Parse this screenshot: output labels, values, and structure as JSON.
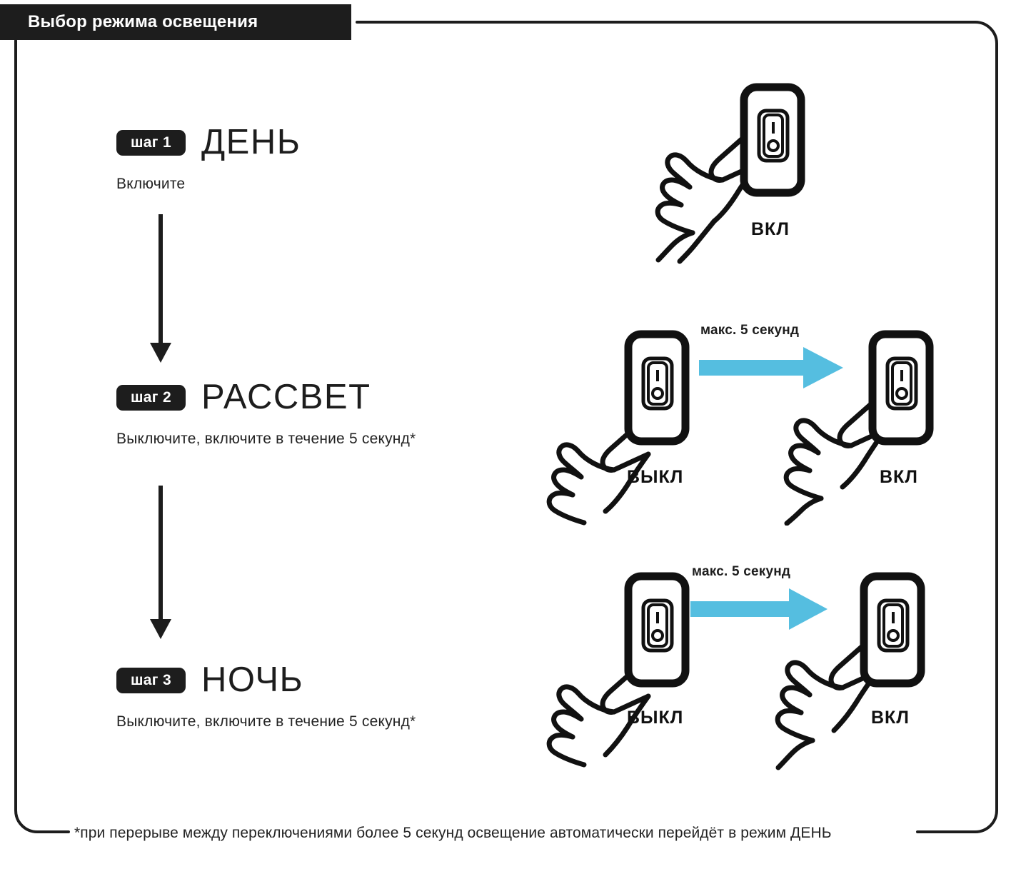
{
  "banner": {
    "title": "Выбор режима освещения"
  },
  "steps": [
    {
      "badge": "шаг 1",
      "mode": "ДЕНЬ",
      "instruction": "Включите"
    },
    {
      "badge": "шаг 2",
      "mode": "РАССВЕТ",
      "instruction": "Выключите, включите в течение 5 секунд*"
    },
    {
      "badge": "шаг 3",
      "mode": "НОЧЬ",
      "instruction": "Выключите, включите в течение 5 секунд*"
    }
  ],
  "illustrations": [
    {
      "row": 1,
      "switches": [
        {
          "state": "on",
          "label": "ВКЛ"
        }
      ],
      "timer_label": null
    },
    {
      "row": 2,
      "switches": [
        {
          "state": "off",
          "label": "ВЫКЛ"
        },
        {
          "state": "on",
          "label": "ВКЛ"
        }
      ],
      "timer_label": "макс. 5 секунд"
    },
    {
      "row": 3,
      "switches": [
        {
          "state": "off",
          "label": "ВЫКЛ"
        },
        {
          "state": "on",
          "label": "ВКЛ"
        }
      ],
      "timer_label": "макс. 5 секунд"
    }
  ],
  "footnote": "*при перерыве между переключениями более 5 секунд освещение автоматически перейдёт в режим ДЕНЬ",
  "colors": {
    "ink": "#1d1d1d",
    "accent_blue": "#55bee0",
    "background": "#ffffff"
  },
  "icons": {
    "switch_on_symbol": "|",
    "switch_off_symbol": "○"
  }
}
